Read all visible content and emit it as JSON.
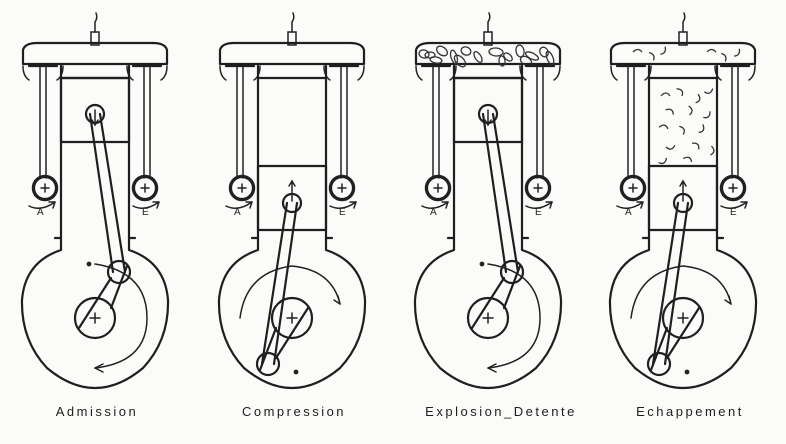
{
  "stages": [
    {
      "caption": "Admission",
      "piston": "top",
      "gas": "none",
      "crank": "upper-right",
      "arrow": "down"
    },
    {
      "caption": "Compression",
      "piston": "bottom",
      "gas": "none",
      "crank": "lower-left",
      "arrow": "up"
    },
    {
      "caption": "Explosion_Detente",
      "piston": "top",
      "gas": "head",
      "crank": "upper-right",
      "arrow": "down"
    },
    {
      "caption": "Echappement",
      "piston": "bottom",
      "gas": "cylinder",
      "crank": "lower-left",
      "arrow": "up"
    }
  ],
  "cam_labels": {
    "intake": "A",
    "exhaust": "E"
  }
}
